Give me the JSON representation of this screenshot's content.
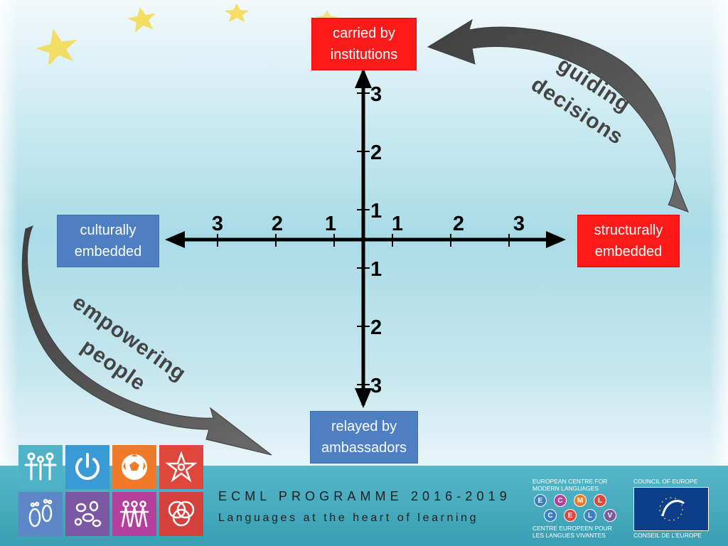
{
  "boxes": {
    "top": "carried by\ninstitutions",
    "bottom": "relayed by\nambassadors",
    "left": "culturally\nembedded",
    "right": "structurally\nembedded"
  },
  "axis": {
    "y_up": [
      "1",
      "2",
      "3"
    ],
    "y_down": [
      "1",
      "2",
      "3"
    ],
    "x_left": [
      "1",
      "2",
      "3"
    ],
    "x_right": [
      "1",
      "2",
      "3"
    ]
  },
  "arcs": {
    "top_right": [
      "guiding",
      "decisions"
    ],
    "bottom_left": [
      "empowering",
      "people"
    ]
  },
  "colors": {
    "box_red": "#ff1a1a",
    "box_blue": "#4d7fc2",
    "arrow_grey": "#555555",
    "footer_teal": "#45aabd"
  },
  "footer": {
    "programme": "ECML PROGRAMME 2016-2019",
    "tagline": "Languages at the heart of learning",
    "ecml_logo": {
      "line1": "EUROPEAN CENTRE FOR",
      "line2": "MODERN LANGUAGES",
      "letters_top": [
        "E",
        "C",
        "M",
        "L"
      ],
      "letters_bottom": [
        "C",
        "E",
        "L",
        "V"
      ],
      "line3": "CENTRE EUROPEEN POUR",
      "line4": "LES LANGUES VIVANTES"
    },
    "coe_logo": {
      "top": "COUNCIL OF EUROPE",
      "bottom": "CONSEIL DE L'EUROPE"
    },
    "icons": [
      {
        "icon": "family-icon",
        "color": "#4fb2c7"
      },
      {
        "icon": "power-icon",
        "color": "#3a9ad3"
      },
      {
        "icon": "football-icon",
        "color": "#f07a2a"
      },
      {
        "icon": "flower-icon",
        "color": "#e0473c"
      },
      {
        "icon": "footprints-icon",
        "color": "#5d86c6"
      },
      {
        "icon": "pebbles-icon",
        "color": "#7c57a4"
      },
      {
        "icon": "dancers-icon",
        "color": "#b43f9d"
      },
      {
        "icon": "circles-icon",
        "color": "#d4403c"
      }
    ]
  }
}
